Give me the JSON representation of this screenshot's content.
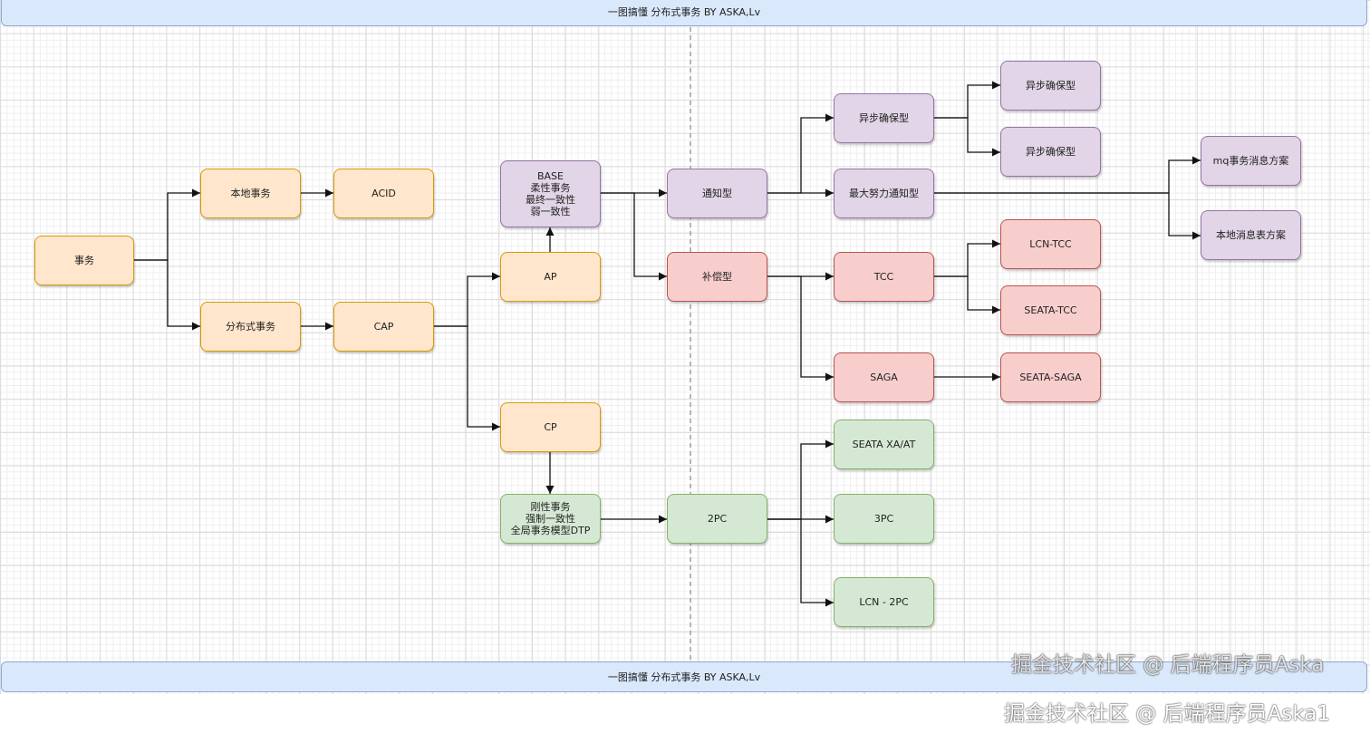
{
  "banner": {
    "top_title": "一图搞懂 分布式事务   BY   ASKA,Lv",
    "bottom_title": "一图搞懂 分布式事务   BY   ASKA,Lv"
  },
  "nodes": {
    "transaction": "事务",
    "local_tx": "本地事务",
    "acid": "ACID",
    "distributed_tx": "分布式事务",
    "cap": "CAP",
    "base": "BASE\n柔性事务\n最终一致性\n弱一致性",
    "ap": "AP",
    "cp": "CP",
    "rigid": "刚性事务\n强制一致性\n全局事务模型DTP",
    "notify_type": "通知型",
    "compensate_type": "补偿型",
    "twopc": "2PC",
    "async_ensure": "异步确保型",
    "best_effort": "最大努力通知型",
    "tcc": "TCC",
    "saga": "SAGA",
    "seata_xa_at": "SEATA XA/AT",
    "threepc": "3PC",
    "lcn_2pc": "LCN - 2PC",
    "async_ensure_1": "异步确保型",
    "async_ensure_2": "异步确保型",
    "lcn_tcc": "LCN-TCC",
    "seata_tcc": "SEATA-TCC",
    "seata_saga": "SEATA-SAGA",
    "mq_msg": "mq事务消息方案",
    "local_msg": "本地消息表方案"
  },
  "watermarks": {
    "inner": "掘金技术社区 @ 后端程序员Aska",
    "outer": "掘金技术社区 @ 后端程序员Aska1"
  },
  "colors": {
    "orange_fill": "#ffe6cc",
    "purple_fill": "#e1d5e7",
    "red_fill": "#f8cecc",
    "green_fill": "#d5e8d4",
    "banner_fill": "#dae8fc"
  }
}
